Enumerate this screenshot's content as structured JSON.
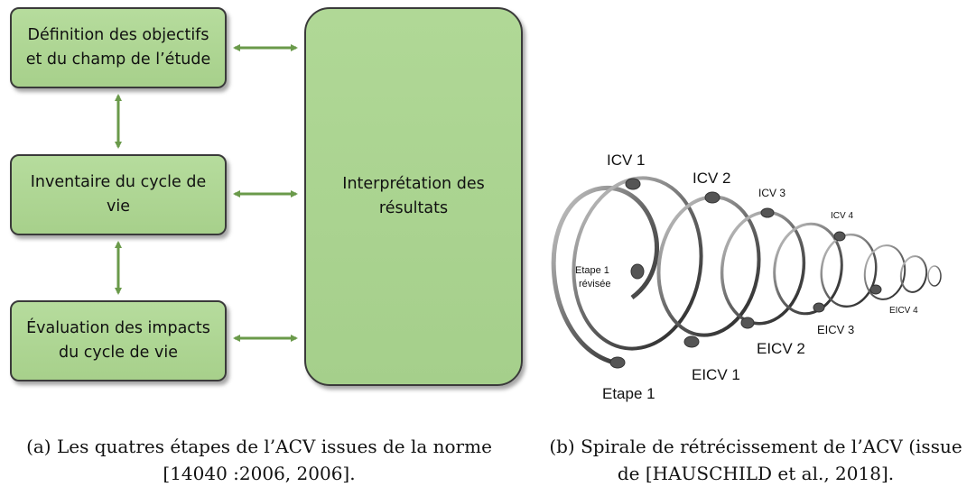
{
  "diagram_a": {
    "box1": "Définition des objectifs et du champ de l’étude",
    "box2": "Inventaire du cycle de vie",
    "box3": "Évaluation des impacts du cycle de vie",
    "box4": "Interprétation des résultats",
    "colors": {
      "box_fill": "#a9d18e",
      "arrow": "#6a9a4a"
    }
  },
  "diagram_b": {
    "labels": {
      "icv1": "ICV 1",
      "icv2": "ICV 2",
      "icv3": "ICV 3",
      "icv4": "ICV 4",
      "etape1_revisee_line1": "Etape 1",
      "etape1_revisee_line2": "révisée",
      "eicv1": "EICV 1",
      "eicv2": "EICV 2",
      "eicv3": "EICV 3",
      "eicv4": "EICV 4",
      "etape1": "Etape 1"
    }
  },
  "captions": {
    "a": "(a) Les quatres étapes de l’ACV issues de la norme\n[14040 :2006, 2006].",
    "b": "(b) Spirale de rétrécissement de l’ACV (issue\nde [HAUSCHILD et al., 2018]."
  }
}
